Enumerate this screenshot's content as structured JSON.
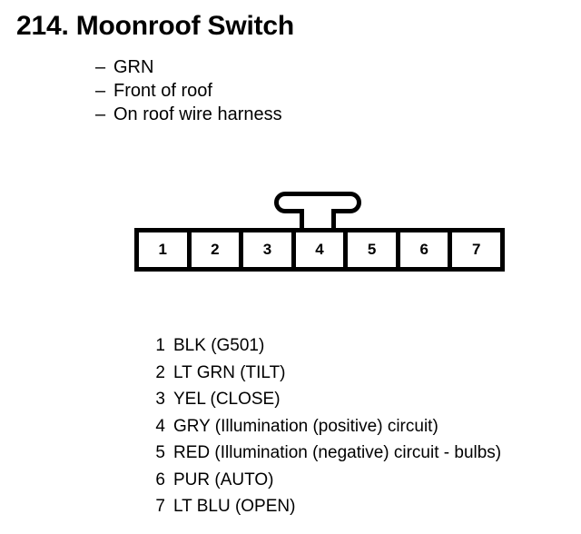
{
  "title": "214. Moonroof Switch",
  "descriptors": [
    {
      "dash": "–",
      "text": "GRN"
    },
    {
      "dash": "–",
      "text": "Front of roof"
    },
    {
      "dash": "–",
      "text": "On roof wire harness"
    }
  ],
  "connector": {
    "pin_count": 7,
    "cells": [
      "1",
      "2",
      "3",
      "4",
      "5",
      "6",
      "7"
    ],
    "tab": "locking-tab",
    "colors": {
      "outline": "#000000",
      "cell_fill": "#ffffff"
    }
  },
  "pin_legend": [
    {
      "num": "1",
      "label": "BLK (G501)"
    },
    {
      "num": "2",
      "label": "LT GRN (TILT)"
    },
    {
      "num": "3",
      "label": "YEL (CLOSE)"
    },
    {
      "num": "4",
      "label": "GRY (Illumination (positive) circuit)"
    },
    {
      "num": "5",
      "label": "RED (Illumination (negative) circuit - bulbs)"
    },
    {
      "num": "6",
      "label": "PUR (AUTO)"
    },
    {
      "num": "7",
      "label": "LT BLU (OPEN)"
    }
  ]
}
